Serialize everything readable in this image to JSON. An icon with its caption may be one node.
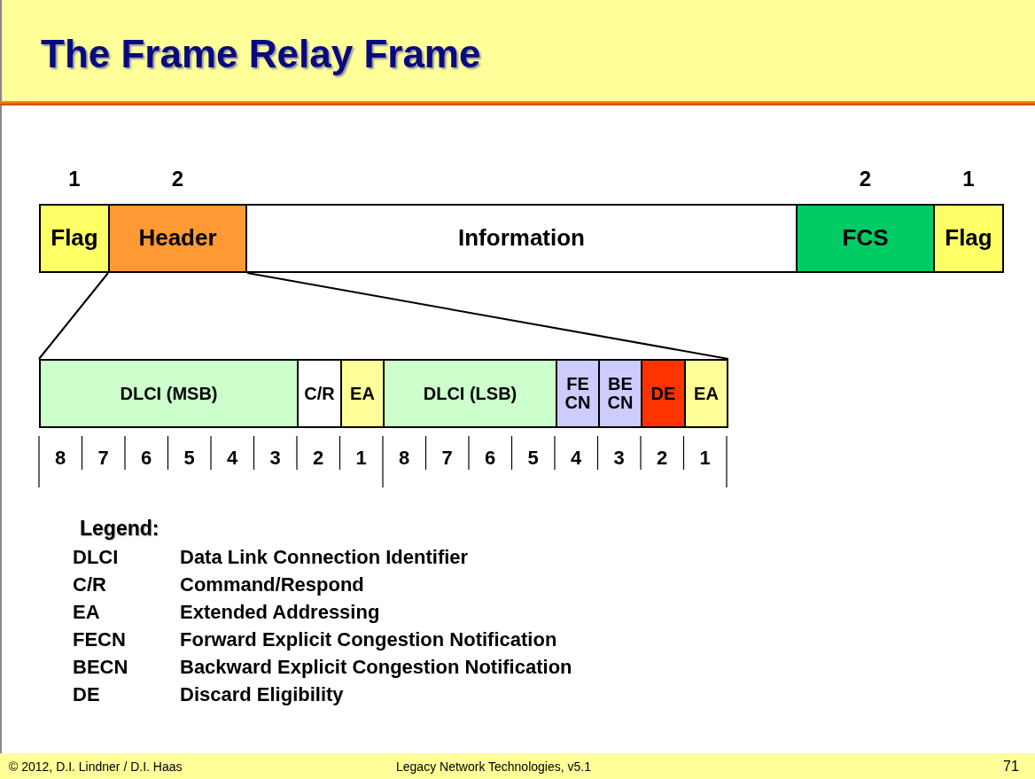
{
  "diagram": {
    "title": "The Frame Relay Frame",
    "nodes": [
      {
        "text": [
          "Flag"
        ],
        "beside": [
          "1"
        ]
      },
      {
        "text": [
          "Header"
        ],
        "beside": [
          "2"
        ]
      },
      {
        "text": [
          "Information"
        ]
      },
      {
        "text": [
          "FCS"
        ],
        "beside": [
          "2"
        ]
      },
      {
        "text": [
          "Flag"
        ],
        "beside": [
          "1"
        ]
      },
      {
        "text": [],
        "shape": "bar"
      },
      {
        "text": [
          "DLCI (MSB)"
        ],
        "in": 5
      },
      {
        "text": [
          "C/R"
        ],
        "in": 5
      },
      {
        "text": [
          "EA"
        ],
        "in": 5
      },
      {
        "text": [
          "DLCI (LSB)"
        ],
        "in": 5
      },
      {
        "text": [
          "FE CN"
        ],
        "in": 5
      },
      {
        "text": [
          "BE CN"
        ],
        "in": 5
      },
      {
        "text": [
          "DE"
        ],
        "in": 5
      },
      {
        "text": [
          "EA"
        ],
        "in": 5
      }
    ],
    "edges": [
      {
        "from": 1,
        "to": 5,
        "arrow": "none"
      },
      {
        "from": 1,
        "to": 5,
        "arrow": "none"
      }
    ],
    "labels": [
      "8",
      "7",
      "6",
      "5",
      "4",
      "3",
      "2",
      "1",
      "8",
      "7",
      "6",
      "5",
      "4",
      "3",
      "2",
      "1",
      "Legend:",
      "DLCI",
      "Data Link Connection Identifier",
      "C/R",
      "Command/Respond",
      "EA",
      "Extended Addressing",
      "FECN",
      "Forward Explicit Congestion Notification",
      "BECN",
      "Backward Explicit Congestion Notification",
      "DE",
      "Discard Eligibility",
      "© 2012, D.I. Lindner / D.I. Haas",
      "Legacy Network Technologies, v5.1",
      "71"
    ]
  }
}
